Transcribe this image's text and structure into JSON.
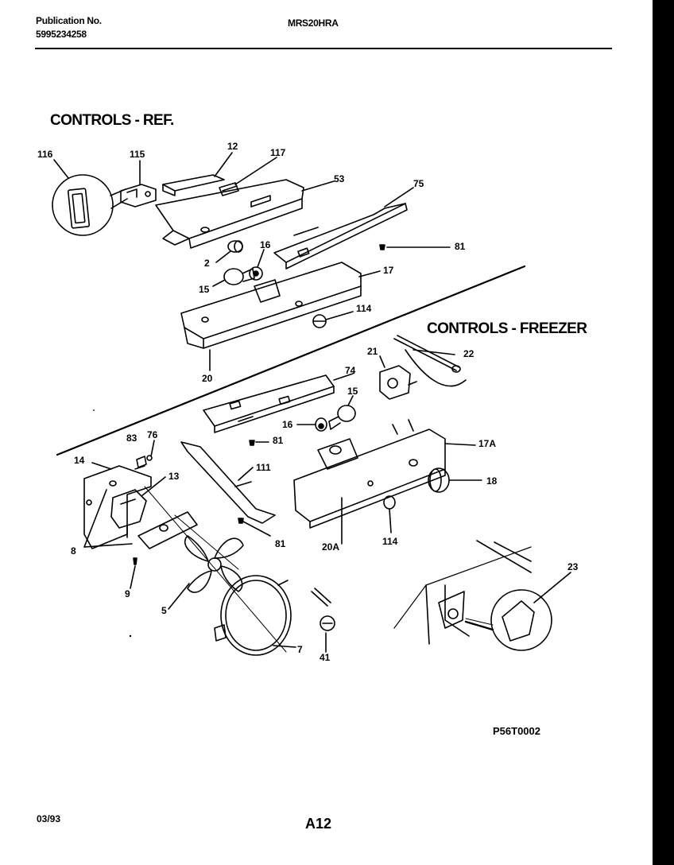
{
  "header": {
    "publication_label": "Publication No.",
    "publication_number": "5995234258",
    "model": "MRS20HRA"
  },
  "sections": {
    "ref_title": "CONTROLS - REF.",
    "freezer_title": "CONTROLS - FREEZER"
  },
  "diagram_code": "P56T0002",
  "footer": {
    "date": "03/93",
    "page": "A12"
  },
  "part_labels": [
    "116",
    "115",
    "12",
    "117",
    "53",
    "75",
    "81",
    "2",
    "16",
    "15",
    "17",
    "114",
    "20",
    "21",
    "22",
    "74",
    "15",
    "16",
    "81",
    "17A",
    "18",
    "83",
    "76",
    "14",
    "13",
    "111",
    "81",
    "20A",
    "114",
    "8",
    "9",
    "5",
    "7",
    "41",
    "23"
  ]
}
